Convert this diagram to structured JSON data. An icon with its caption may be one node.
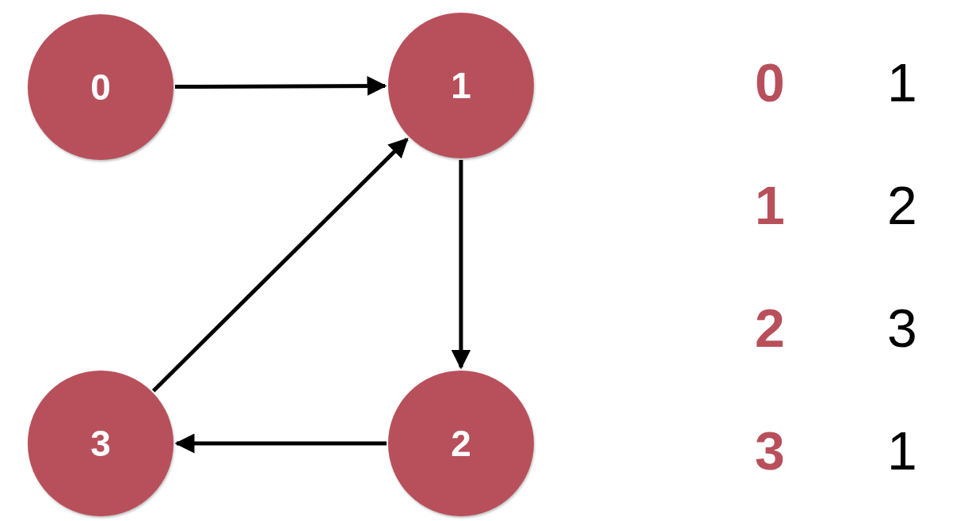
{
  "diagram": {
    "nodes": [
      {
        "text": [
          "0"
        ]
      },
      {
        "text": [
          "1"
        ]
      },
      {
        "text": [
          "2"
        ]
      },
      {
        "text": [
          "3"
        ]
      }
    ],
    "edges": [
      {
        "from": 0,
        "to": 1,
        "arrow": "to"
      },
      {
        "from": 1,
        "to": 2,
        "arrow": "to"
      },
      {
        "from": 2,
        "to": 3,
        "arrow": "to"
      },
      {
        "from": 3,
        "to": 1,
        "arrow": "to"
      }
    ],
    "labels": [
      "0",
      "1",
      "1",
      "2",
      "2",
      "3",
      "3",
      "1"
    ]
  }
}
